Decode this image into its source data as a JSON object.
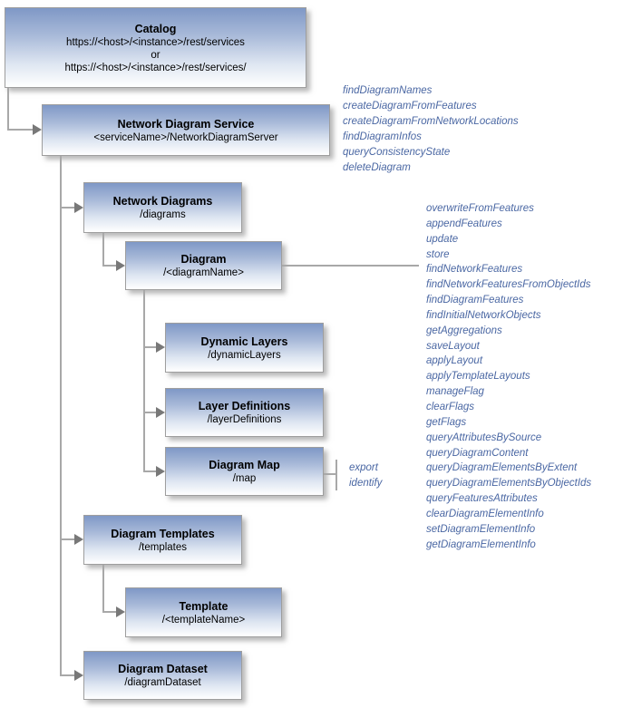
{
  "colors": {
    "box_gradient_top": "#7f98c6",
    "box_border": "#9e9e9e",
    "title_text": "#000000",
    "operation_text": "#4a67a3",
    "connector": "#a8a8a8",
    "arrowhead": "#787878",
    "background": "#ffffff"
  },
  "catalog": {
    "title": "Catalog",
    "url_primary": "https://<host>/<instance>/rest/services",
    "or_label": "or",
    "url_secondary": "https://<host>/<instance>/rest/services/"
  },
  "service": {
    "title": "Network Diagram Service",
    "path": "<serviceName>/NetworkDiagramServer",
    "operations": [
      "findDiagramNames",
      "createDiagramFromFeatures",
      "createDiagramFromNetworkLocations",
      "findDiagramInfos",
      "queryConsistencyState",
      "deleteDiagram"
    ]
  },
  "diagrams": {
    "title": "Network Diagrams",
    "path": "/diagrams"
  },
  "diagram": {
    "title": "Diagram",
    "path": "/<diagramName>",
    "operations": [
      "overwriteFromFeatures",
      "appendFeatures",
      "update",
      "store",
      "findNetworkFeatures",
      "findNetworkFeaturesFromObjectIds",
      "findDiagramFeatures",
      "findInitialNetworkObjects",
      "getAggregations",
      "saveLayout",
      "applyLayout",
      "applyTemplateLayouts",
      "manageFlag",
      "clearFlags",
      "getFlags",
      "queryAttributesBySource",
      "queryDiagramContent",
      "queryDiagramElementsByExtent",
      "queryDiagramElementsByObjectIds",
      "queryFeaturesAttributes",
      "clearDiagramElementInfo",
      "setDiagramElementInfo",
      "getDiagramElementInfo"
    ]
  },
  "dynamic_layers": {
    "title": "Dynamic Layers",
    "path": "/dynamicLayers"
  },
  "layer_definitions": {
    "title": "Layer Definitions",
    "path": "/layerDefinitions"
  },
  "diagram_map": {
    "title": "Diagram Map",
    "path": "/map",
    "operations": [
      "export",
      "identify"
    ]
  },
  "diagram_templates": {
    "title": "Diagram Templates",
    "path": "/templates"
  },
  "template": {
    "title": "Template",
    "path": "/<templateName>"
  },
  "diagram_dataset": {
    "title": "Diagram Dataset",
    "path": "/diagramDataset"
  }
}
